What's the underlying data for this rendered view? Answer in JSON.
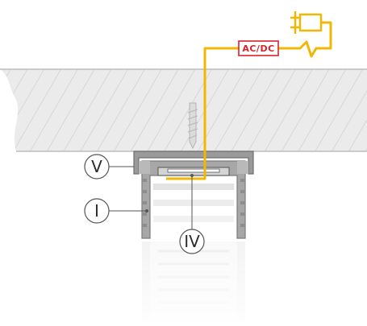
{
  "diagram": {
    "power_label": "AC/DC",
    "callouts": [
      {
        "id": "label-v",
        "text": "V"
      },
      {
        "id": "label-i",
        "text": "I"
      },
      {
        "id": "label-iv",
        "text": "IV"
      }
    ]
  },
  "icons": {
    "plug": "power-plug-icon",
    "screw": "screw-icon",
    "cable": "power-cable"
  },
  "colors": {
    "cable": "#f2b705",
    "power_box": "#d8232a",
    "profile": "#a7a7a7",
    "wall_hatch": "#cfcfcf",
    "wall_fill": "#ebebeb"
  }
}
